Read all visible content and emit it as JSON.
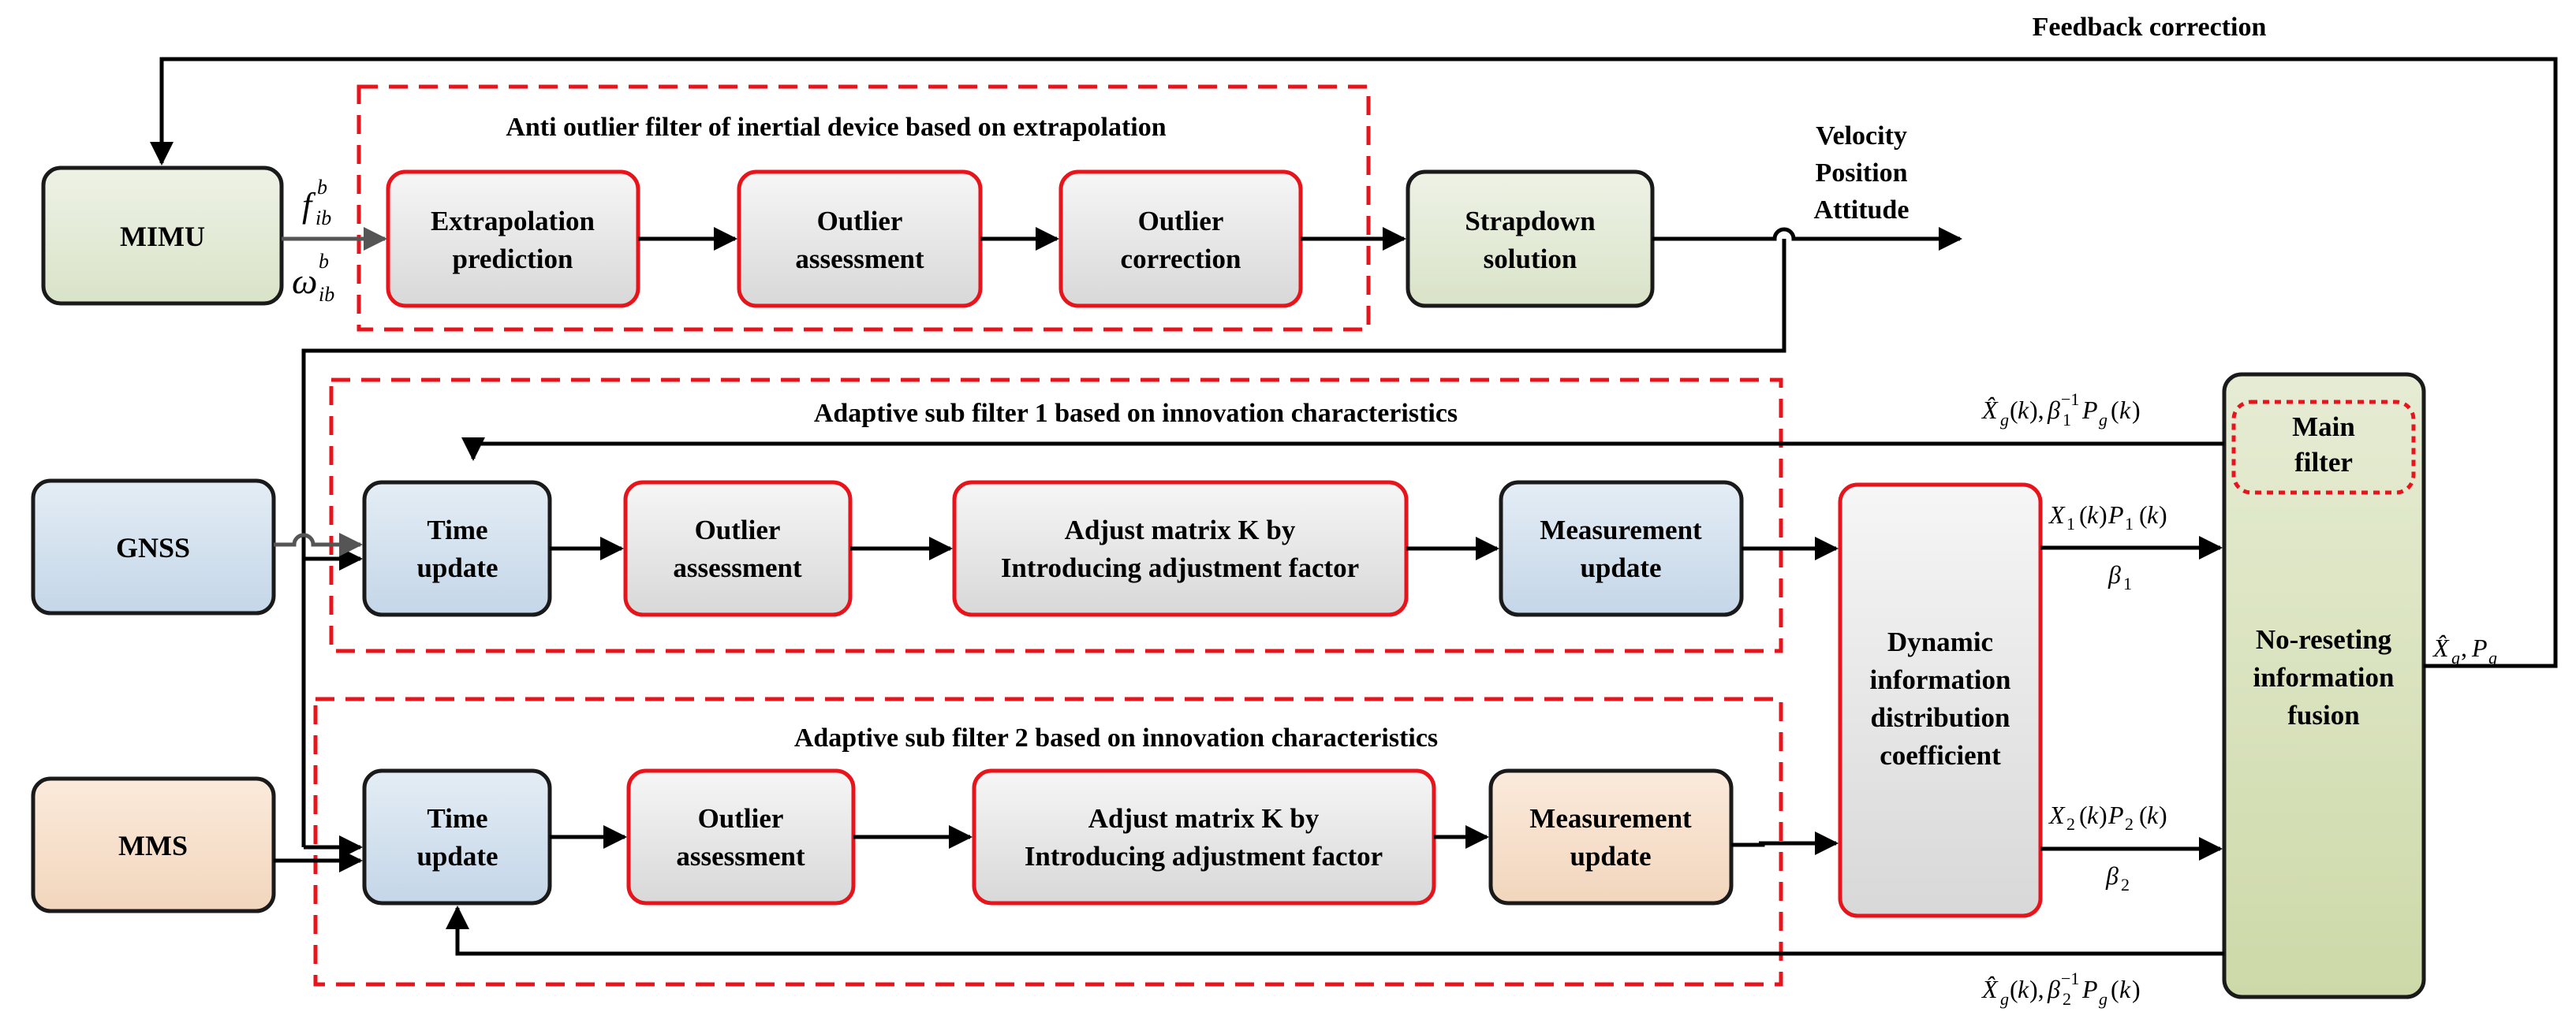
{
  "top_label": "Feedback correction",
  "blocks": {
    "mimu": "MIMU",
    "gnss": "GNSS",
    "mms": "MMS",
    "extrapolation": [
      "Extrapolation",
      "prediction"
    ],
    "outlier_assess_top": [
      "Outlier",
      "assessment"
    ],
    "outlier_correction": [
      "Outlier",
      "correction"
    ],
    "strapdown": [
      "Strapdown",
      "solution"
    ],
    "time_update_1": [
      "Time",
      "update"
    ],
    "outlier_assess_1": [
      "Outlier",
      "assessment"
    ],
    "adjust_1": [
      "Adjust  matrix K by",
      "Introducing adjustment factor"
    ],
    "measurement_1": [
      "Measurement",
      "update"
    ],
    "time_update_2": [
      "Time",
      "update"
    ],
    "outlier_assess_2": [
      "Outlier",
      "assessment"
    ],
    "adjust_2": [
      "Adjust  matrix K by",
      "Introducing adjustment factor"
    ],
    "measurement_2": [
      "Measurement",
      "update"
    ],
    "dynamic": [
      "Dynamic",
      "information",
      "distribution",
      "coefficient"
    ],
    "main_filter": [
      "Main",
      "filter"
    ],
    "fusion": [
      "No-reseting",
      "information",
      "fusion"
    ]
  },
  "group_titles": {
    "anti_outlier": "Anti outlier filter of inertial device based on extrapolation",
    "sub_filter_1": "Adaptive sub filter 1 based on innovation characteristics",
    "sub_filter_2": "Adaptive sub filter 2 based on innovation characteristics"
  },
  "outputs": [
    "Velocity",
    "Position",
    "Attitude"
  ],
  "colors": {
    "dashed_border": "#e8141c",
    "red_border": "#e8141c",
    "gray_fill": "#e3e3e3",
    "green_fill": "#e3ead8",
    "blue_fill": "#d2e0ec",
    "orange_fill": "#f8e2cf",
    "fusion_fill": "#d8e2bc",
    "arrow": "#000000"
  }
}
